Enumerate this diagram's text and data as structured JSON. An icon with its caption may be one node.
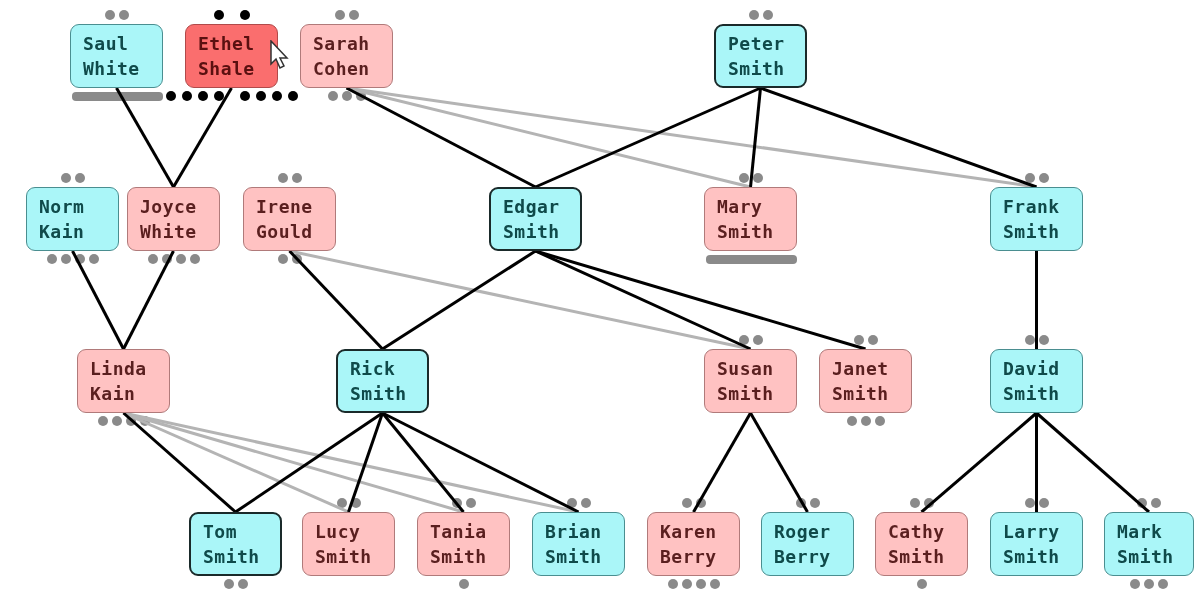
{
  "diagram": {
    "nodes": [
      {
        "text": [
          "Saul White"
        ]
      },
      {
        "text": [
          "Ethel Shale"
        ]
      },
      {
        "text": [
          "Sarah Cohen"
        ]
      },
      {
        "text": [
          "Peter Smith"
        ]
      },
      {
        "text": [
          "Norm Kain"
        ]
      },
      {
        "text": [
          "Joyce White"
        ]
      },
      {
        "text": [
          "Irene Gould"
        ]
      },
      {
        "text": [
          "Edgar Smith"
        ]
      },
      {
        "text": [
          "Mary Smith"
        ]
      },
      {
        "text": [
          "Frank Smith"
        ]
      },
      {
        "text": [
          "Linda Kain"
        ]
      },
      {
        "text": [
          "Rick Smith"
        ]
      },
      {
        "text": [
          "Susan Smith"
        ]
      },
      {
        "text": [
          "Janet Smith"
        ]
      },
      {
        "text": [
          "David Smith"
        ]
      },
      {
        "text": [
          "Tom Smith"
        ]
      },
      {
        "text": [
          "Lucy Smith"
        ]
      },
      {
        "text": [
          "Tania Smith"
        ]
      },
      {
        "text": [
          "Brian Smith"
        ]
      },
      {
        "text": [
          "Karen Berry"
        ]
      },
      {
        "text": [
          "Roger Berry"
        ]
      },
      {
        "text": [
          "Cathy Smith"
        ]
      },
      {
        "text": [
          "Larry Smith"
        ]
      },
      {
        "text": [
          "Mark Smith"
        ]
      }
    ],
    "edges": [
      {
        "from": 0,
        "to": 5,
        "arrow": "none"
      },
      {
        "from": 1,
        "to": 5,
        "arrow": "none"
      },
      {
        "from": 2,
        "to": 7,
        "arrow": "none"
      },
      {
        "from": 3,
        "to": 7,
        "arrow": "none"
      },
      {
        "from": 3,
        "to": 8,
        "arrow": "none"
      },
      {
        "from": 3,
        "to": 9,
        "arrow": "none"
      },
      {
        "from": 2,
        "to": 8,
        "arrow": "none",
        "color": "#b4b4b4"
      },
      {
        "from": 2,
        "to": 9,
        "arrow": "none",
        "color": "#b4b4b4"
      },
      {
        "from": 4,
        "to": 10,
        "arrow": "none"
      },
      {
        "from": 5,
        "to": 10,
        "arrow": "none"
      },
      {
        "from": 6,
        "to": 11,
        "arrow": "none"
      },
      {
        "from": 7,
        "to": 11,
        "arrow": "none"
      },
      {
        "from": 7,
        "to": 12,
        "arrow": "none"
      },
      {
        "from": 7,
        "to": 13,
        "arrow": "none"
      },
      {
        "from": 6,
        "to": 12,
        "arrow": "none",
        "color": "#b4b4b4"
      },
      {
        "from": 9,
        "to": 14,
        "arrow": "none"
      },
      {
        "from": 10,
        "to": 15,
        "arrow": "none"
      },
      {
        "from": 11,
        "to": 15,
        "arrow": "none"
      },
      {
        "from": 11,
        "to": 16,
        "arrow": "none"
      },
      {
        "from": 11,
        "to": 17,
        "arrow": "none"
      },
      {
        "from": 11,
        "to": 18,
        "arrow": "none"
      },
      {
        "from": 10,
        "to": 16,
        "arrow": "none",
        "color": "#b4b4b4"
      },
      {
        "from": 10,
        "to": 17,
        "arrow": "none",
        "color": "#b4b4b4"
      },
      {
        "from": 10,
        "to": 18,
        "arrow": "none",
        "color": "#b4b4b4"
      },
      {
        "from": 12,
        "to": 19,
        "arrow": "none"
      },
      {
        "from": 12,
        "to": 20,
        "arrow": "none"
      },
      {
        "from": 14,
        "to": 21,
        "arrow": "none"
      },
      {
        "from": 14,
        "to": 22,
        "arrow": "none"
      },
      {
        "from": 14,
        "to": 23,
        "arrow": "none"
      }
    ]
  }
}
